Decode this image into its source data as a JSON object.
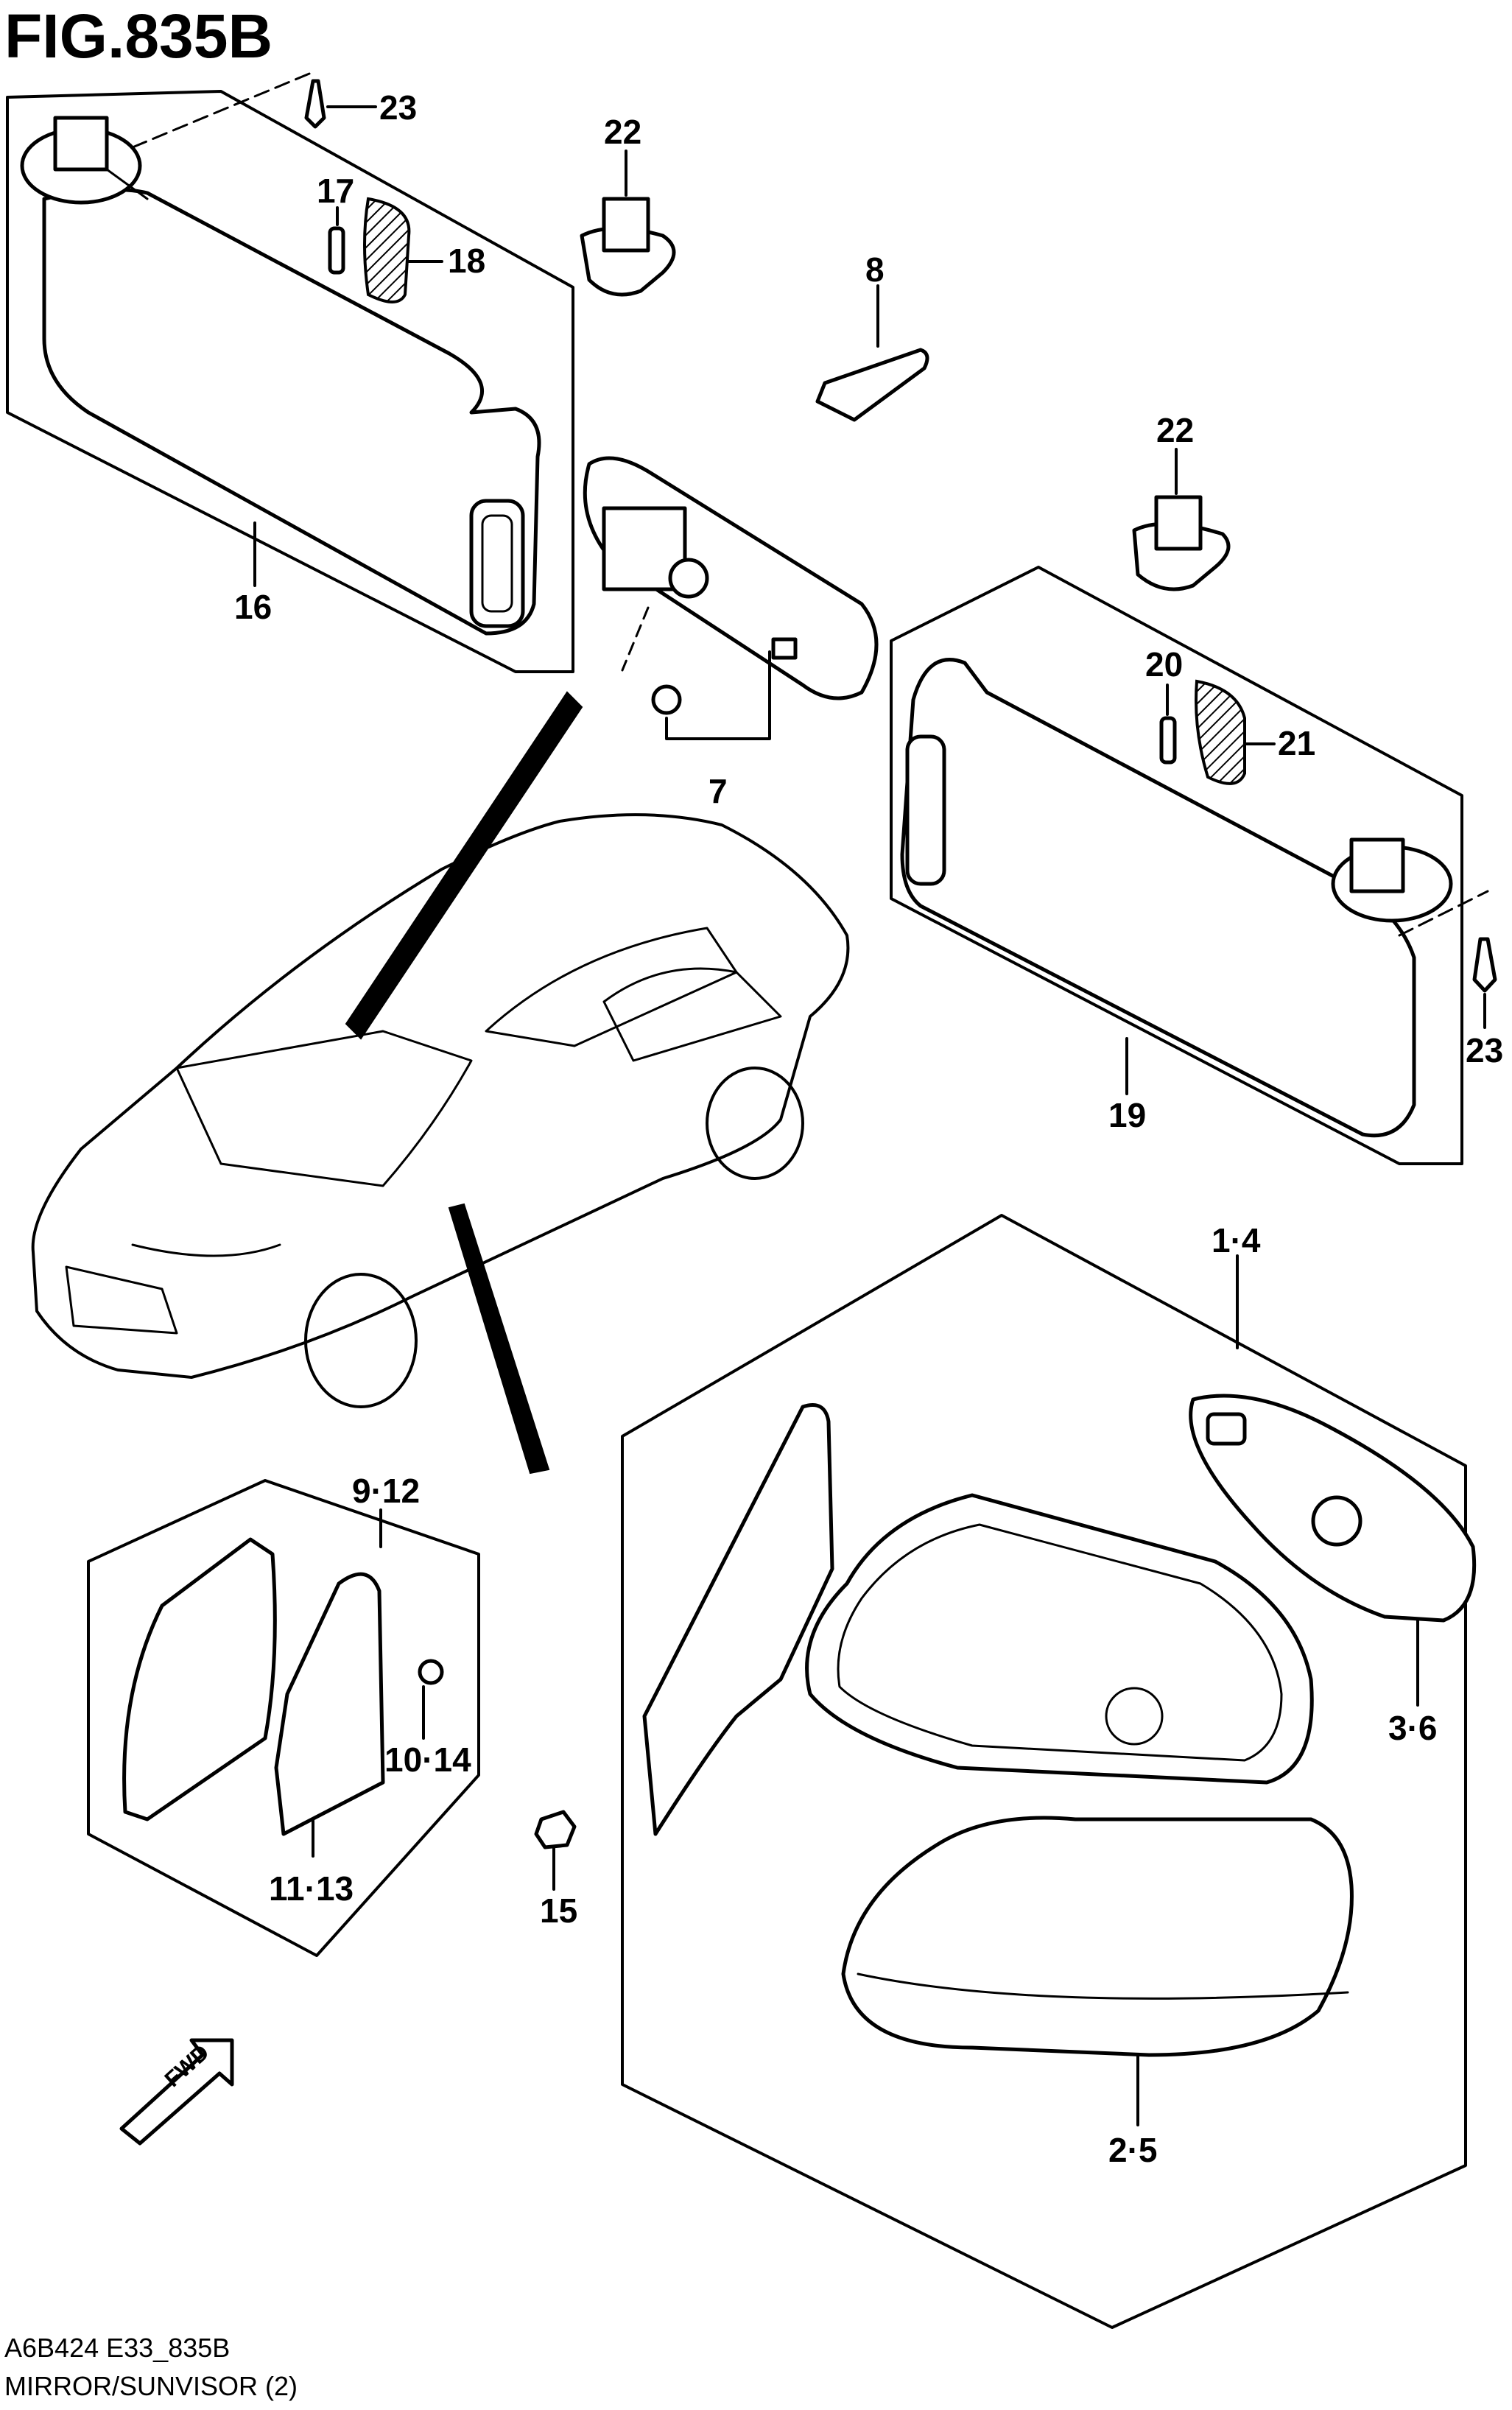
{
  "figure": {
    "title": "FIG.835B",
    "footer_code": "A6B424 E33_835B",
    "footer_name": "MIRROR/SUNVISOR (2)",
    "fwd_label": "FWD"
  },
  "callouts": {
    "c23a": "23",
    "c22a": "22",
    "c17": "17",
    "c18": "18",
    "c8": "8",
    "c16": "16",
    "c22b": "22",
    "c7": "7",
    "c20": "20",
    "c21": "21",
    "c23b": "23",
    "c19": "19",
    "c1_4": "1·4",
    "c9_12": "9·12",
    "c10_14": "10·14",
    "c3_6": "3·6",
    "c11_13": "11·13",
    "c15": "15",
    "c2_5": "2·5"
  }
}
